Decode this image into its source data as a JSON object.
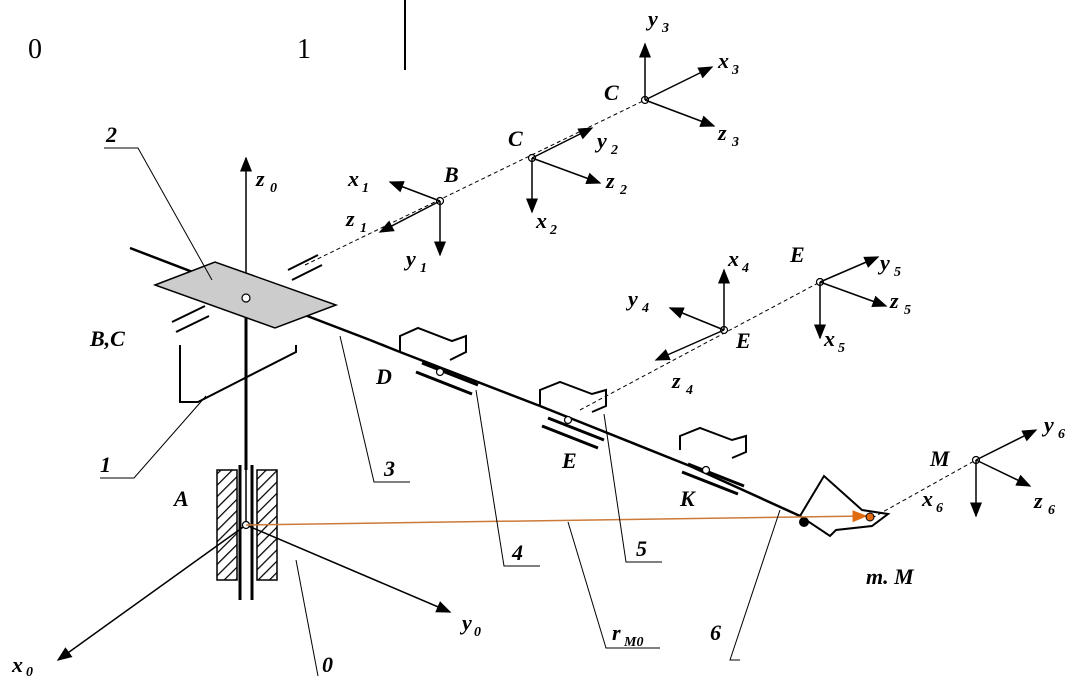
{
  "header": {
    "left_number": "0",
    "right_number": "1"
  },
  "points": {
    "A": "A",
    "B": "B",
    "C": "C",
    "D": "D",
    "E": "E",
    "K": "K",
    "M": "M",
    "BC": "B,C",
    "mM": "m. M"
  },
  "part_numbers": [
    "0",
    "1",
    "2",
    "3",
    "4",
    "5",
    "6"
  ],
  "axes": {
    "frame0": {
      "x": "x",
      "y": "y",
      "z": "z",
      "sub": "0"
    },
    "frame1": {
      "x": "x",
      "y": "y",
      "z": "z",
      "sub": "1"
    },
    "frame2": {
      "x": "x",
      "y": "y",
      "z": "z",
      "sub": "2"
    },
    "frame3": {
      "x": "x",
      "y": "y",
      "z": "z",
      "sub": "3"
    },
    "frame4": {
      "x": "x",
      "y": "y",
      "z": "z",
      "sub": "4"
    },
    "frame5": {
      "x": "x",
      "y": "y",
      "z": "z",
      "sub": "5"
    },
    "frame6": {
      "x": "x",
      "y": "y",
      "z": "z",
      "sub": "6"
    }
  },
  "position_vector": {
    "base": "r",
    "sub": "M0"
  },
  "colors": {
    "ink": "#000000",
    "vector": "#cc7a3a",
    "link2_fill": "#cccccc"
  }
}
